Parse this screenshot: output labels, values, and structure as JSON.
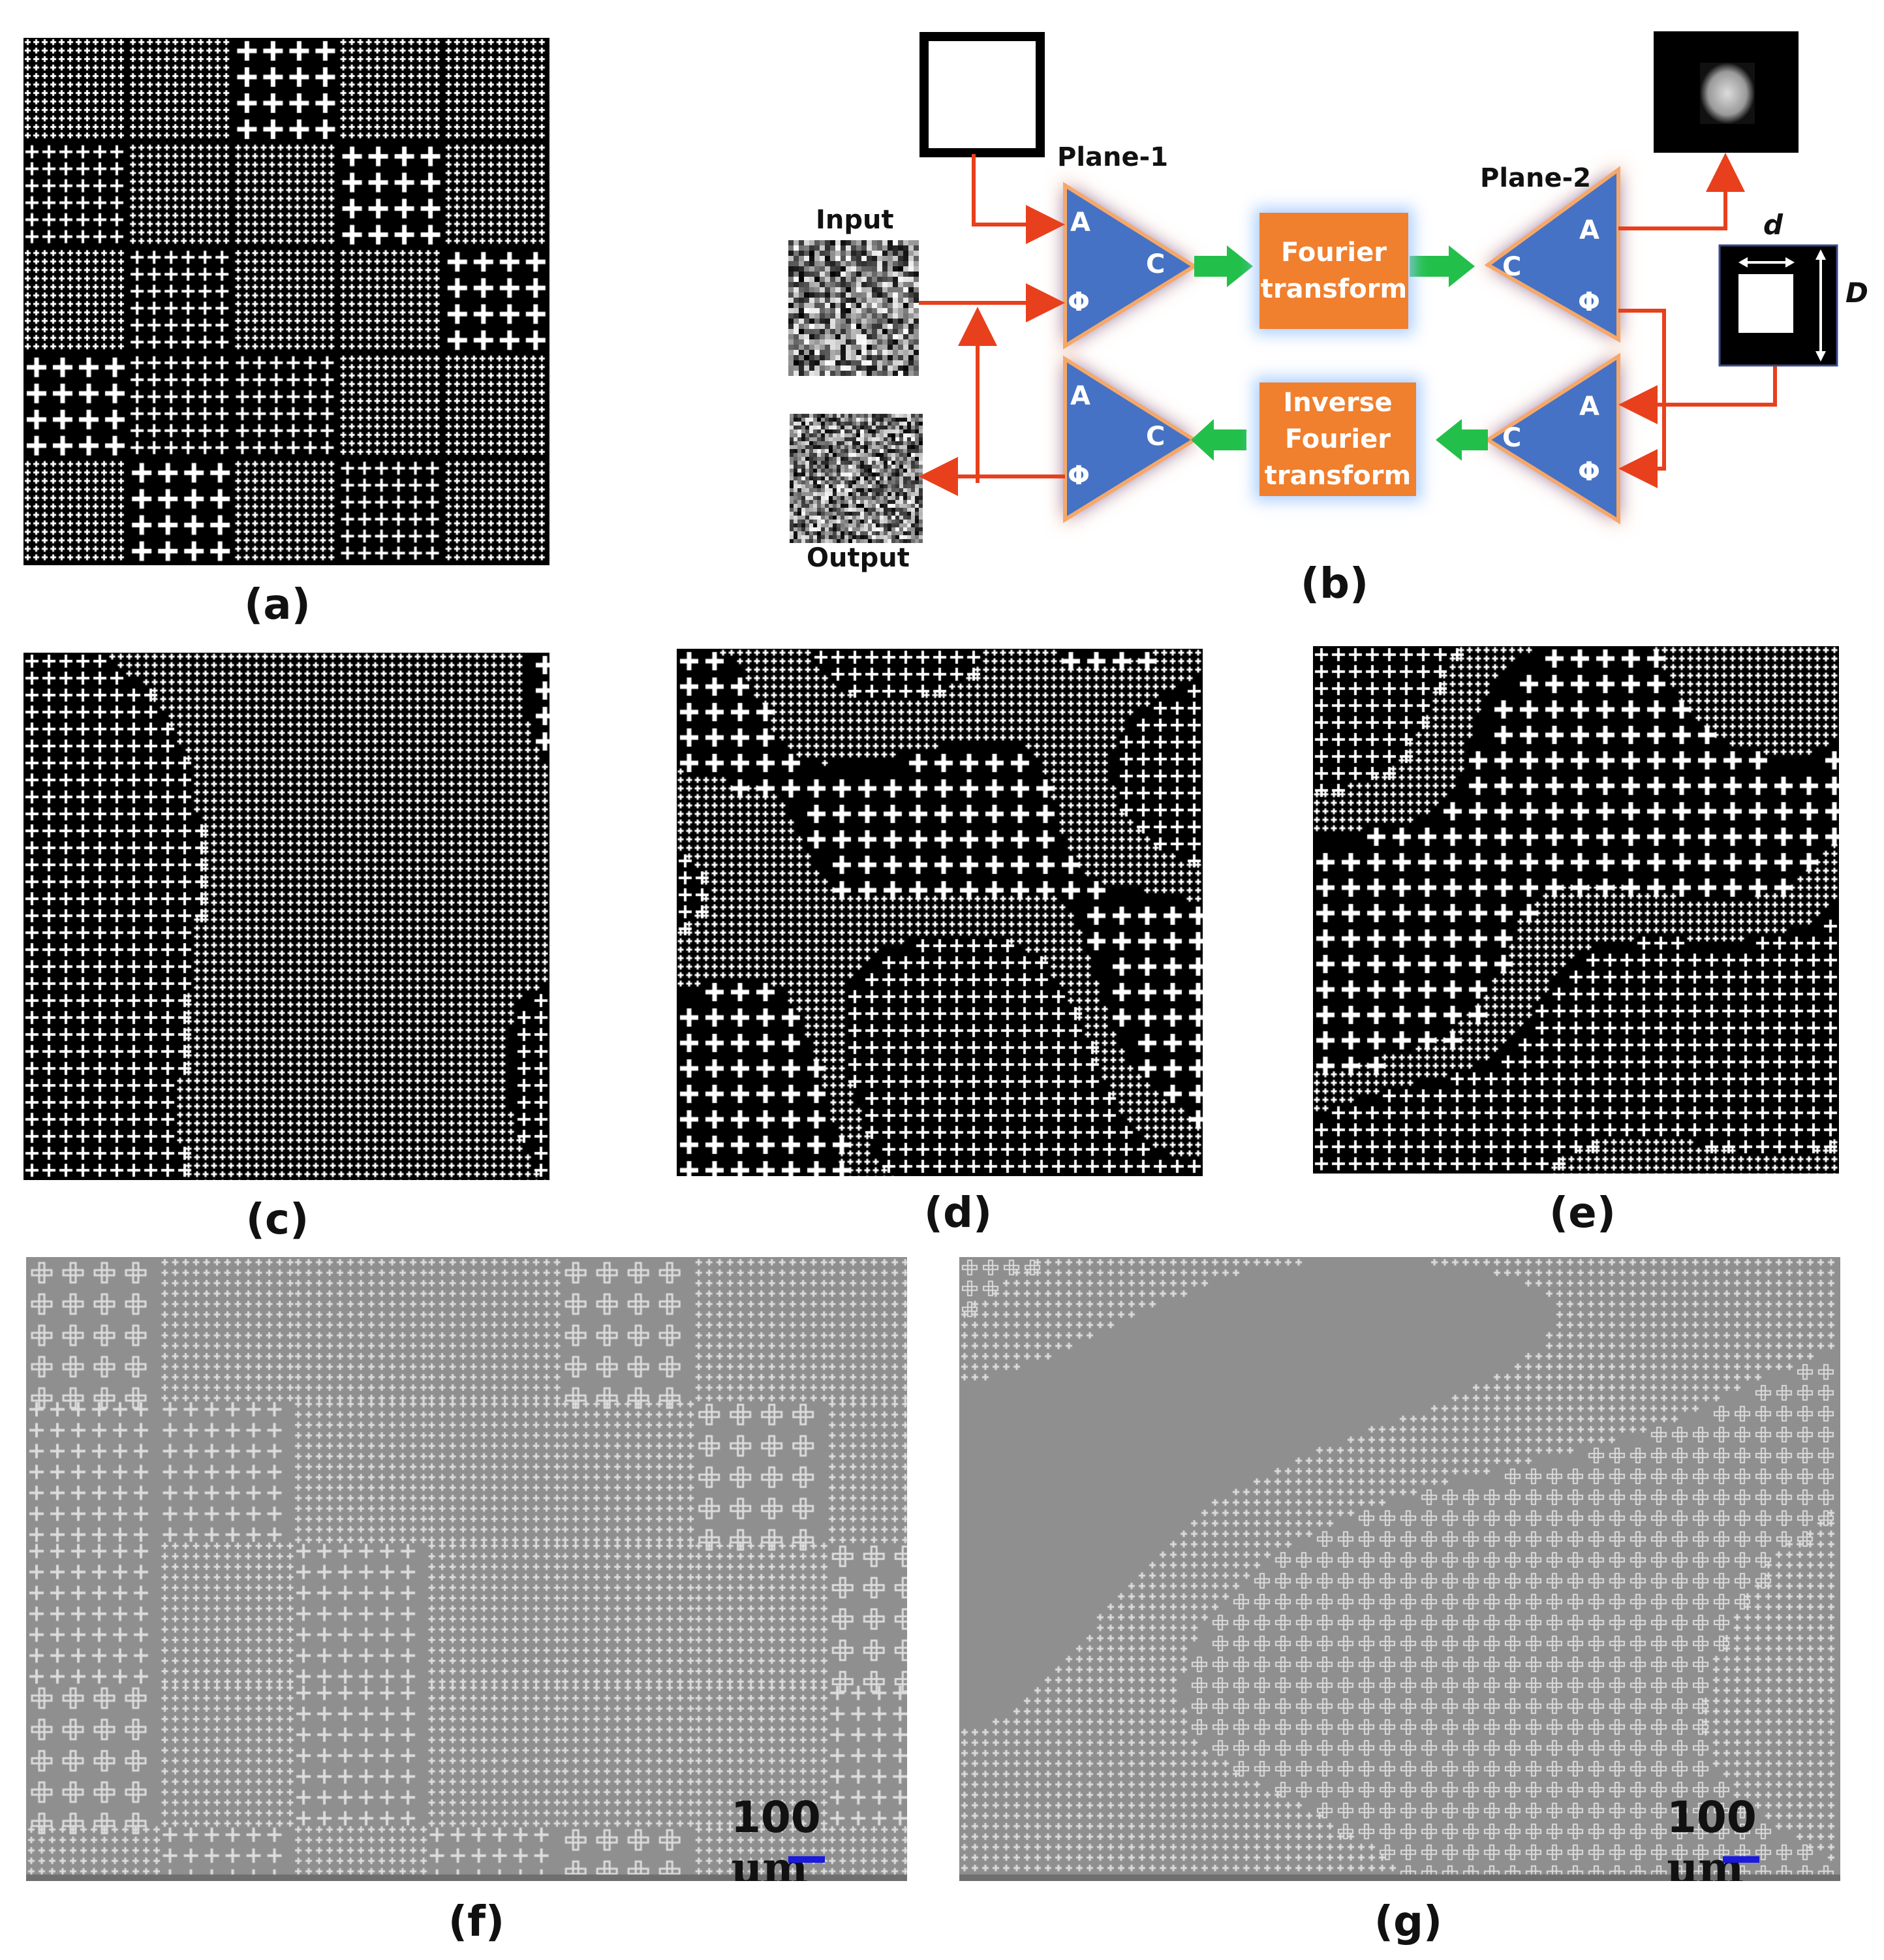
{
  "labels": {
    "a": "(a)",
    "b": "(b)",
    "c": "(c)",
    "d": "(d)",
    "e": "(e)",
    "f": "(f)",
    "g": "(g)"
  },
  "diagram": {
    "plane1": "Plane-1",
    "plane2": "Plane-2",
    "input": "Input",
    "output": "Output",
    "fft_line1": "Fourier",
    "fft_line2": "transform",
    "ifft_line1": "Inverse",
    "ifft_line2": "Fourier",
    "ifft_line3": "transform",
    "port_a": "A",
    "port_c": "C",
    "port_phi": "Φ",
    "dim_small": "d",
    "dim_large": "D",
    "colors": {
      "triangle": "#4472c4",
      "box": "#f07f2e",
      "arrow_red": "#e8401c",
      "arrow_green": "#22c04a"
    }
  },
  "scalebars": {
    "f": {
      "value": "100",
      "unit": "μm"
    },
    "g": {
      "value": "100",
      "unit": "μm"
    }
  }
}
